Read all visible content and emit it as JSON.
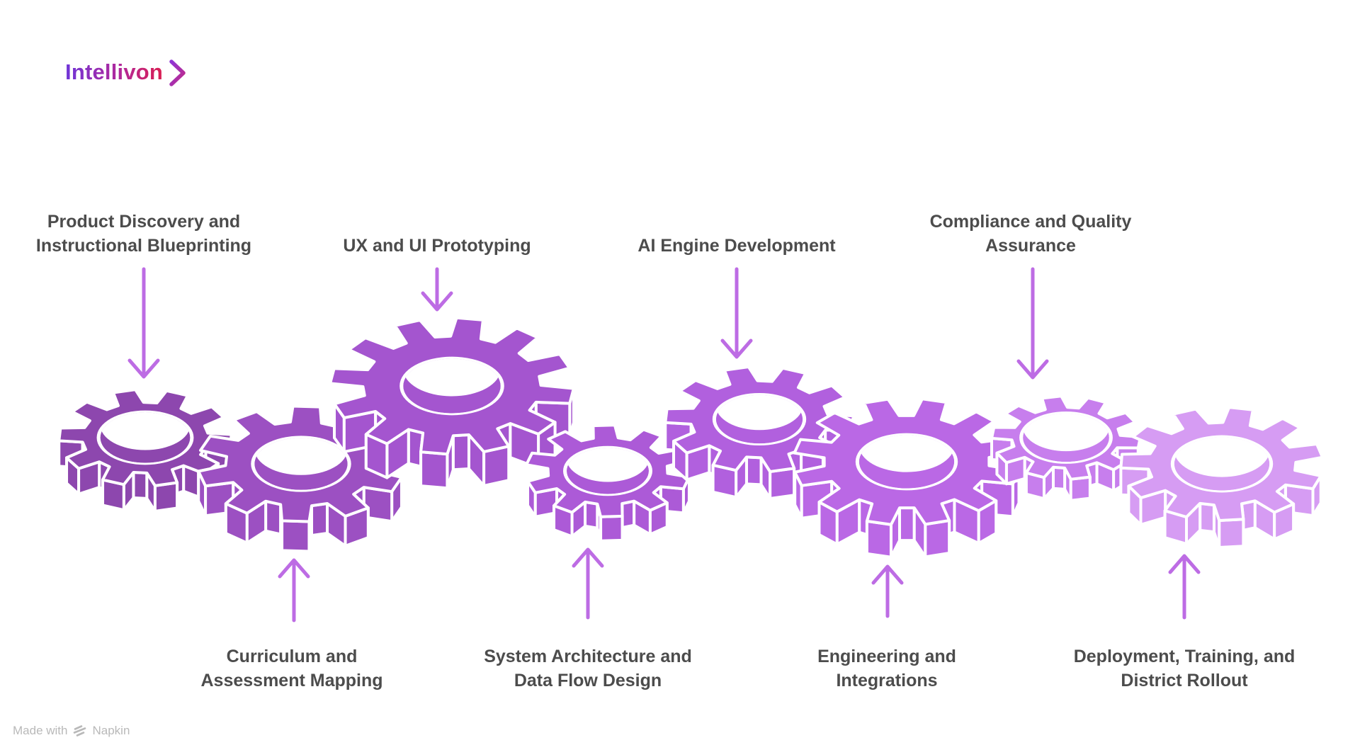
{
  "logo": {
    "text": "Intellivon",
    "gradient": [
      "#6f35d8",
      "#b0289c",
      "#da1f52"
    ],
    "chevron_gradient": [
      "#8f35d6",
      "#c12a86"
    ]
  },
  "diagram": {
    "label_color": "#4c4c4c",
    "arrow_color": "#bd6ce4",
    "gear_stroke_color": "#ffffff",
    "steps": [
      {
        "label": "Product Discovery and Instructional Blueprinting",
        "lines": [
          "Product Discovery and",
          "Instructional Blueprinting"
        ],
        "label_position": "top",
        "gear_color": "#8d47ae"
      },
      {
        "label": "Curriculum and Assessment Mapping",
        "lines": [
          "Curriculum and",
          "Assessment Mapping"
        ],
        "label_position": "bottom",
        "gear_color": "#9c50c2"
      },
      {
        "label": "UX and UI Prototyping",
        "lines": [
          "UX and UI Prototyping"
        ],
        "label_position": "top",
        "gear_color": "#a455cf"
      },
      {
        "label": "System Architecture and Data Flow Design",
        "lines": [
          "System Architecture and",
          "Data Flow Design"
        ],
        "label_position": "bottom",
        "gear_color": "#ac5ad7"
      },
      {
        "label": "AI Engine Development",
        "lines": [
          "AI Engine Development"
        ],
        "label_position": "top",
        "gear_color": "#b160de"
      },
      {
        "label": "Engineering and Integrations",
        "lines": [
          "Engineering and",
          "Integrations"
        ],
        "label_position": "bottom",
        "gear_color": "#ba68e5"
      },
      {
        "label": "Compliance and Quality Assurance",
        "lines": [
          "Compliance and Quality",
          "Assurance"
        ],
        "label_position": "top",
        "gear_color": "#c77eed"
      },
      {
        "label": "Deployment, Training, and District Rollout",
        "lines": [
          "Deployment, Training, and",
          "District Rollout"
        ],
        "label_position": "bottom",
        "gear_color": "#d69cf3"
      }
    ]
  },
  "watermark": {
    "prefix": "Made with",
    "brand": "Napkin",
    "icon": "napkin-logo",
    "color": "#b9b9b9"
  }
}
